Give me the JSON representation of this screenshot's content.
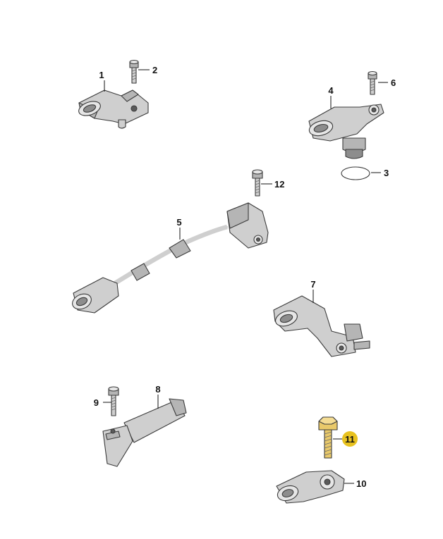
{
  "callouts": [
    {
      "id": "1",
      "label": "1"
    },
    {
      "id": "2",
      "label": "2"
    },
    {
      "id": "3",
      "label": "3"
    },
    {
      "id": "4",
      "label": "4"
    },
    {
      "id": "5",
      "label": "5"
    },
    {
      "id": "6",
      "label": "6"
    },
    {
      "id": "7",
      "label": "7"
    },
    {
      "id": "8",
      "label": "8"
    },
    {
      "id": "9",
      "label": "9"
    },
    {
      "id": "10",
      "label": "10"
    },
    {
      "id": "11",
      "label": "11"
    },
    {
      "id": "12",
      "label": "12"
    }
  ],
  "highlight": {
    "callout": "11",
    "color": "#e8c21f",
    "bolt_color": "#e9c96a"
  }
}
